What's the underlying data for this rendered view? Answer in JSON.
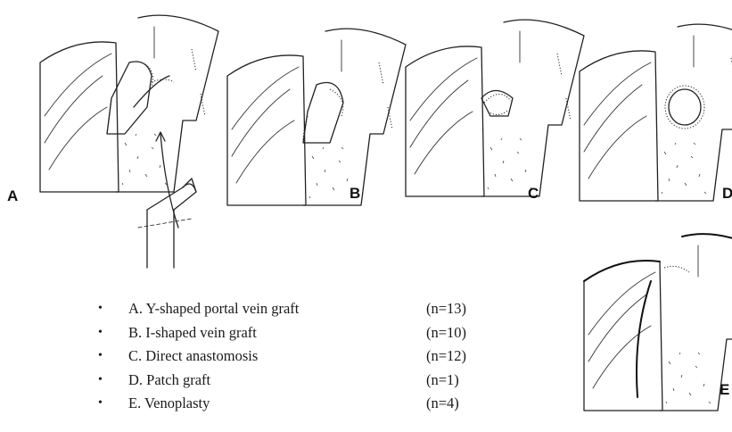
{
  "panels": [
    {
      "label": "A",
      "graft": "y-graft"
    },
    {
      "label": "B",
      "graft": "i-graft"
    },
    {
      "label": "C",
      "graft": "direct"
    },
    {
      "label": "D",
      "graft": "patch"
    },
    {
      "label": "E",
      "graft": "venoplasty"
    }
  ],
  "legend": [
    {
      "bullet": "•",
      "label": "A. Y-shaped portal vein graft",
      "count": "(n=13)"
    },
    {
      "bullet": "•",
      "label": "B. I-shaped vein graft",
      "count": "(n=10)"
    },
    {
      "bullet": "•",
      "label": "C. Direct anastomosis",
      "count": "(n=12)"
    },
    {
      "bullet": "•",
      "label": "D. Patch graft",
      "count": "(n=1)"
    },
    {
      "bullet": "•",
      "label": "E. Venoplasty",
      "count": "(n=4)"
    }
  ]
}
